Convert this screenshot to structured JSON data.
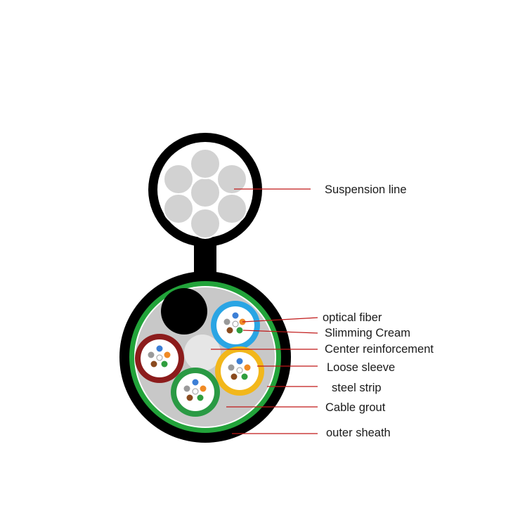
{
  "labels": {
    "suspension_line": "Suspension line",
    "optical_fiber": "optical fiber",
    "slimming_cream": "Slimming Cream",
    "center_reinforcement": "Center reinforcement",
    "loose_sleeve": "Loose sleeve",
    "steel_strip": "steel strip",
    "cable_grout": "Cable grout",
    "outer_sheath": "outer sheath"
  },
  "colors": {
    "outer_sheath": "#000000",
    "steel_strip": "#22a33a",
    "cable_grout": "#c8c8c8",
    "center_reinforcement": "#e6e6e6",
    "suspension_wire": "#d2d2d2",
    "leader_line": "#c01818",
    "tube_blue": "#2aa5e4",
    "tube_yellow": "#f2b71b",
    "tube_green": "#2a9a44",
    "tube_red": "#8c1c1c",
    "filler_black": "#000000",
    "fiber_colors": [
      "#3c7fd6",
      "#f08a24",
      "#2f9e3e",
      "#8a4a1e",
      "#9a9a9a",
      "#ffffff"
    ]
  }
}
